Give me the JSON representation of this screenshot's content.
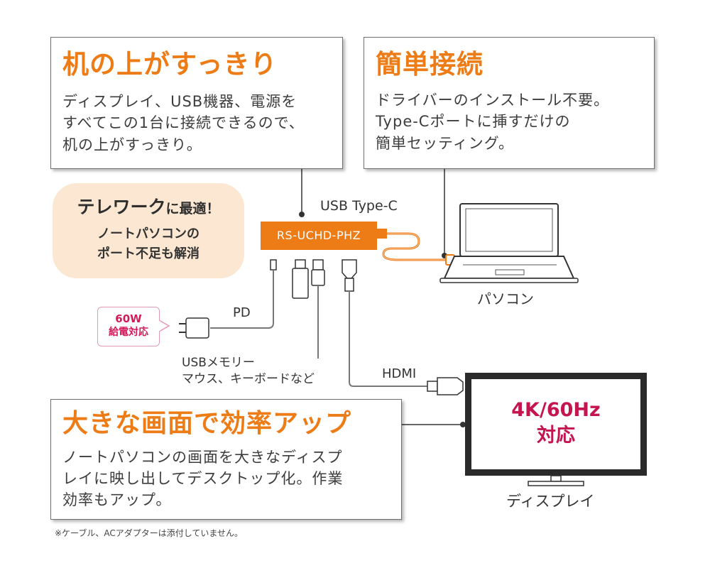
{
  "boxes": {
    "desk": {
      "title": "机の上がすっきり",
      "body": "ディスプレイ、USB機器、電源を\nすべてこの1台に接続できるので、\n机の上がすっきり。"
    },
    "easy": {
      "title": "簡単接続",
      "body": "ドライバーのインストール不要。\nType-Cポートに挿すだけの\n簡単セッティング。"
    },
    "screen": {
      "title": "大きな画面で効率アップ",
      "body": "ノートパソコンの画面を大きなディスプ\nレイに映し出してデスクトップ化。作業\n効率もアップ。"
    }
  },
  "telework": {
    "head_main": "テレワーク",
    "head_small": "に最適！",
    "body": "ノートパソコンの\nポート不足も解消"
  },
  "badge_60w": {
    "line1": "60W",
    "line2": "給電対応"
  },
  "hub": {
    "label": "RS-UCHD-PHZ"
  },
  "labels": {
    "usb_type_c": "USB Type-C",
    "pd": "PD",
    "usb_memory": "USBメモリー\nマウス、キーボードなど",
    "hdmi": "HDMI",
    "pc": "パソコン",
    "display": "ディスプレイ"
  },
  "display_spec": "4K/60Hz\n対応",
  "footnote": "※ケーブル、ACアダプターは添付していません。",
  "colors": {
    "accent_orange": "#ee7c16",
    "badge_pink": "#d21a5a",
    "telework_bg": "#fce8d2"
  }
}
